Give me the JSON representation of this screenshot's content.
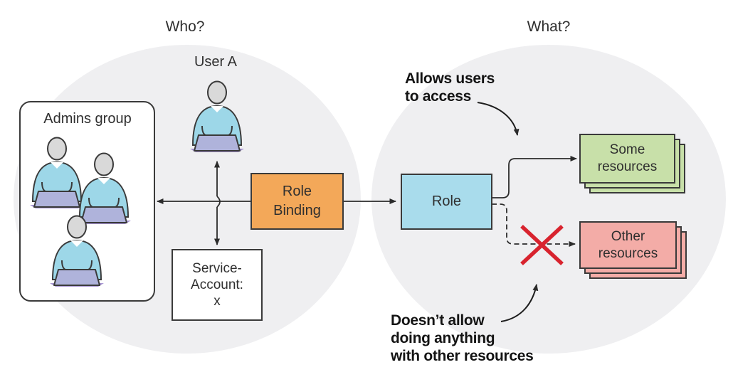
{
  "titles": {
    "who": "Who?",
    "what": "What?"
  },
  "who_section": {
    "admins_group_label": "Admins group",
    "admins_group_member_count": 3,
    "user_label": "User A",
    "service_account_label": "Service-\nAccount:\nx"
  },
  "role_binding_label": "Role\nBinding",
  "what_section": {
    "role_label": "Role",
    "some_resources_label": "Some\nresources",
    "other_resources_label": "Other\nresources"
  },
  "annotations": {
    "allows": "Allows users\nto access",
    "denies": "Doesn’t allow\ndoing anything\nwith other resources"
  },
  "colors": {
    "ellipse_fill": "#EFEFF1",
    "role_binding_fill": "#F3A859",
    "role_fill": "#A9DCEC",
    "some_resources_fill": "#C8E0A9",
    "other_resources_fill": "#F3ACA7",
    "denied_x": "#D8232E",
    "line": "#2B2B2B",
    "person_body": "#9DD7E8",
    "person_head": "#D9D9D9",
    "person_laptop": "#AFB3DB",
    "person_laptop_shadow": "#A795D2"
  }
}
